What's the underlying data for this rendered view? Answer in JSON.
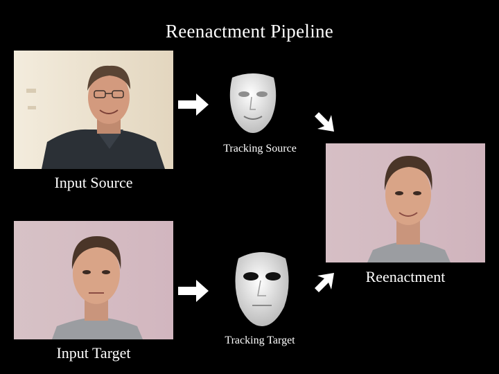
{
  "title": "Reenactment Pipeline",
  "labels": {
    "input_source": "Input Source",
    "input_target": "Input Target",
    "tracking_source": "Tracking Source",
    "tracking_target": "Tracking Target",
    "reenactment": "Reenactment"
  },
  "colors": {
    "background": "#000000",
    "text": "#ffffff",
    "arrow": "#ffffff",
    "mask": "#e8e8e8",
    "source_wall": "#ede4d2",
    "target_wall": "#d9c0c8"
  },
  "icons": {
    "arrow": "arrow-icon",
    "mask": "face-mask-icon",
    "person": "person-portrait"
  }
}
